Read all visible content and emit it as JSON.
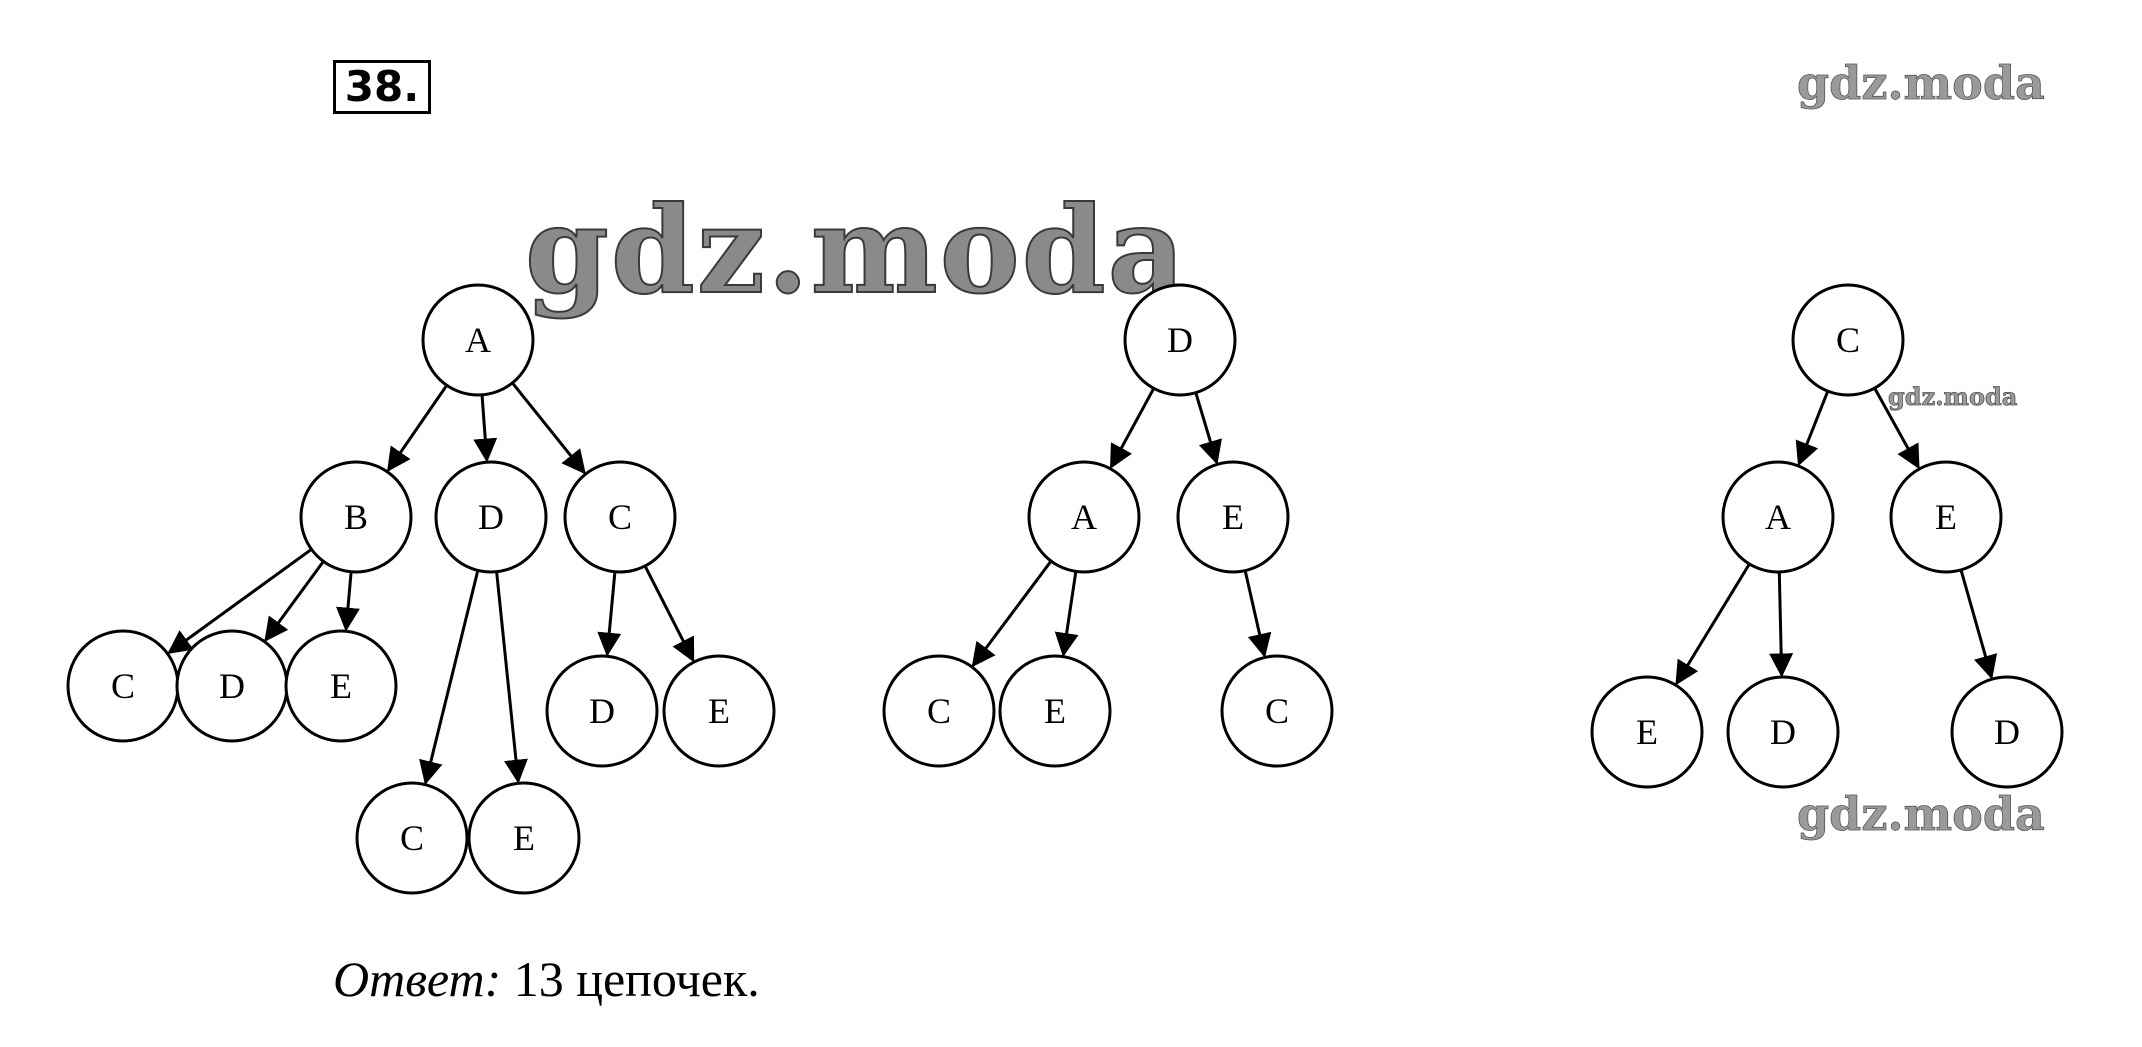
{
  "problem_number": "38.",
  "watermarks": [
    "gdz.moda",
    "gdz.moda",
    "gdz.moda",
    "gdz.moda"
  ],
  "trees": [
    {
      "name": "tree-a",
      "nodes": [
        {
          "id": "a",
          "label": "A"
        },
        {
          "id": "a-b",
          "label": "B"
        },
        {
          "id": "a-d",
          "label": "D"
        },
        {
          "id": "a-c",
          "label": "C"
        },
        {
          "id": "a-b-c",
          "label": "C"
        },
        {
          "id": "a-b-d",
          "label": "D"
        },
        {
          "id": "a-b-e",
          "label": "E"
        },
        {
          "id": "a-d-c",
          "label": "C"
        },
        {
          "id": "a-d-e",
          "label": "E"
        },
        {
          "id": "a-c-d",
          "label": "D"
        },
        {
          "id": "a-c-e",
          "label": "E"
        }
      ],
      "edges": [
        [
          "a",
          "a-b"
        ],
        [
          "a",
          "a-d"
        ],
        [
          "a",
          "a-c"
        ],
        [
          "a-b",
          "a-b-c"
        ],
        [
          "a-b",
          "a-b-d"
        ],
        [
          "a-b",
          "a-b-e"
        ],
        [
          "a-d",
          "a-d-c"
        ],
        [
          "a-d",
          "a-d-e"
        ],
        [
          "a-c",
          "a-c-d"
        ],
        [
          "a-c",
          "a-c-e"
        ]
      ]
    },
    {
      "name": "tree-d",
      "nodes": [
        {
          "id": "d",
          "label": "D"
        },
        {
          "id": "d-a",
          "label": "A"
        },
        {
          "id": "d-e",
          "label": "E"
        },
        {
          "id": "d-a-c",
          "label": "C"
        },
        {
          "id": "d-a-e",
          "label": "E"
        },
        {
          "id": "d-e-c",
          "label": "C"
        }
      ],
      "edges": [
        [
          "d",
          "d-a"
        ],
        [
          "d",
          "d-e"
        ],
        [
          "d-a",
          "d-a-c"
        ],
        [
          "d-a",
          "d-a-e"
        ],
        [
          "d-e",
          "d-e-c"
        ]
      ]
    },
    {
      "name": "tree-c",
      "nodes": [
        {
          "id": "c",
          "label": "C"
        },
        {
          "id": "c-a",
          "label": "A"
        },
        {
          "id": "c-e",
          "label": "E"
        },
        {
          "id": "c-a-e",
          "label": "E"
        },
        {
          "id": "c-a-d",
          "label": "D"
        },
        {
          "id": "c-e-d",
          "label": "D"
        }
      ],
      "edges": [
        [
          "c",
          "c-a"
        ],
        [
          "c",
          "c-e"
        ],
        [
          "c-a",
          "c-a-e"
        ],
        [
          "c-a",
          "c-a-d"
        ],
        [
          "c-e",
          "c-e-d"
        ]
      ]
    }
  ],
  "answer": {
    "label": "Ответ:",
    "text": "13 цепочек."
  }
}
